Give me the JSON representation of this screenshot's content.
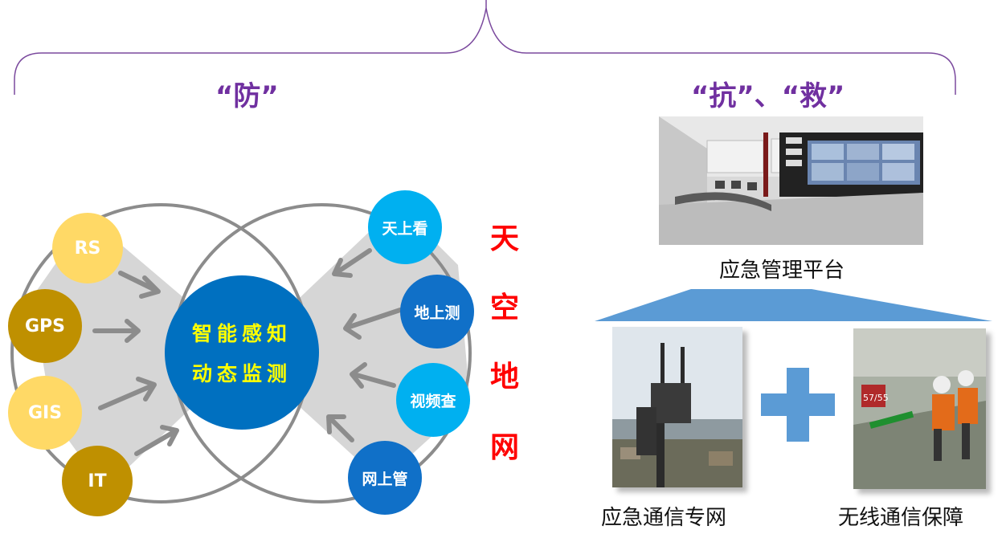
{
  "headings": {
    "left": "“防”",
    "right": "“抗”、“救”"
  },
  "left_diagram": {
    "inputs": [
      "RS",
      "GPS",
      "GIS",
      "IT"
    ],
    "center_line1": "智能感知",
    "center_line2": "动态监测",
    "monitors": [
      "天上看",
      "地上测",
      "视频查",
      "网上管"
    ],
    "vertical_label": [
      "天",
      "空",
      "地",
      "网"
    ]
  },
  "right_diagram": {
    "platform_caption": "应急管理平台",
    "left_photo_caption": "应急通信专网",
    "right_photo_caption": "无线通信保障",
    "plus_symbol": "+",
    "photo_overlay_code": "57/55"
  },
  "colors": {
    "heading": "#7030a0",
    "light_gold": "#ffd966",
    "dark_gold": "#bf9000",
    "center_blue": "#0070c0",
    "light_blue": "#00b0f0",
    "dark_blue": "#1070c8",
    "red": "#ff0000",
    "plus_blue": "#5b9bd5"
  }
}
